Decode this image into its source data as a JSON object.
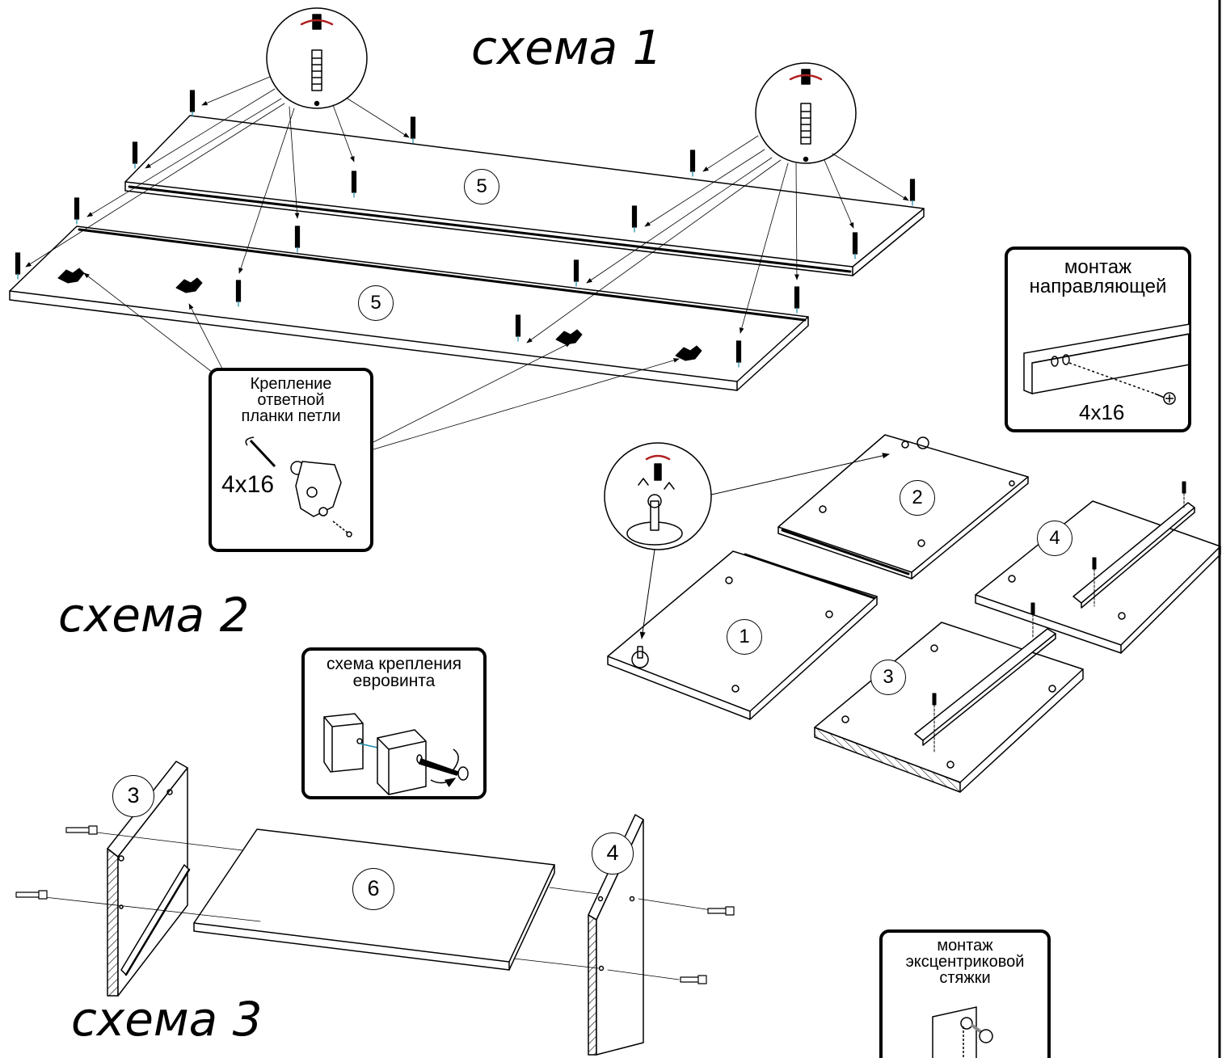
{
  "schemes": {
    "scheme1_title": "схема 1",
    "scheme2_title": "схема 2",
    "scheme3_title": "схема 3"
  },
  "callouts": {
    "rail_mounting": {
      "title": "монтаж направляющей",
      "screw_size": "4x16"
    },
    "hinge_plate": {
      "title": "Крепление ответной планки петли",
      "screw_size": "4x16"
    },
    "euroscrew": {
      "title": "схема крепления евровинта"
    },
    "cam_lock": {
      "title": "монтаж эксцентриковой стяжки"
    }
  },
  "part_labels": {
    "shelf_top": "5",
    "shelf_bottom": "5",
    "panel_1": "1",
    "panel_2": "2",
    "panel_3": "3",
    "panel_4": "4",
    "scheme3_side_left": "3",
    "scheme3_side_right": "4",
    "scheme3_bottom": "6"
  }
}
